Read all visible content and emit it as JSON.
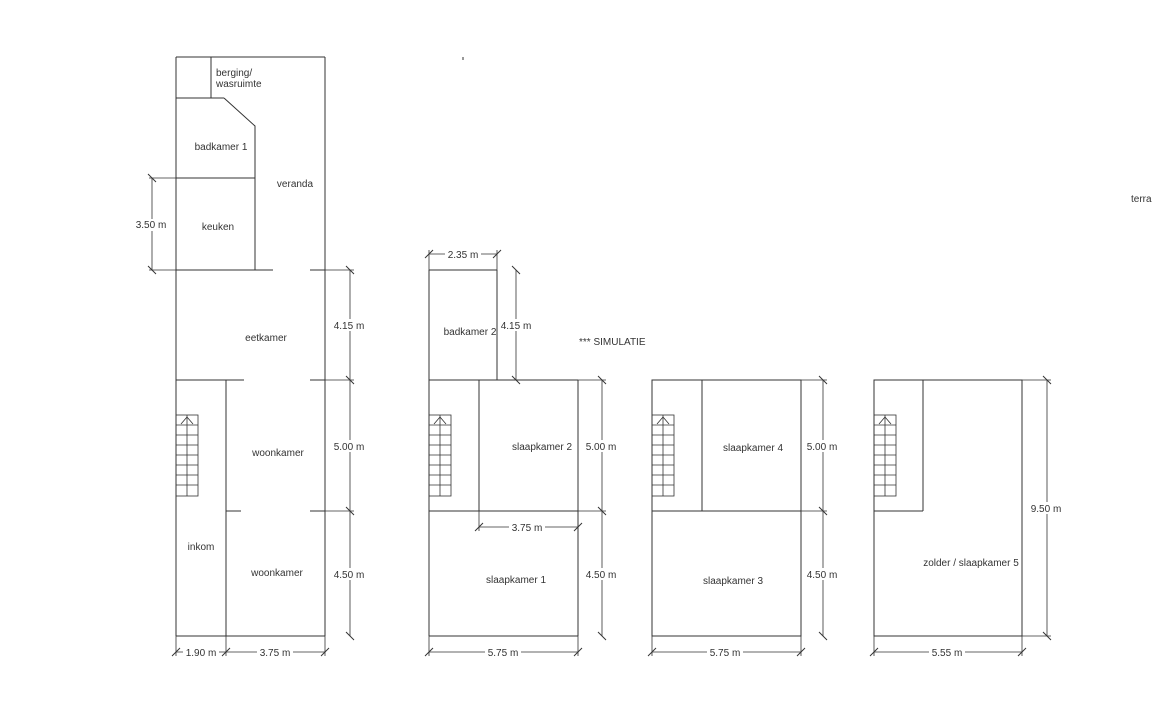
{
  "rooms": {
    "berging_1": "berging/",
    "berging_2": "wasruimte",
    "badkamer1": "badkamer 1",
    "veranda": "veranda",
    "keuken": "keuken",
    "eetkamer": "eetkamer",
    "woonkamer_top": "woonkamer",
    "woonkamer_bottom": "woonkamer",
    "inkom": "inkom",
    "badkamer2": "badkamer 2",
    "slaapkamer2": "slaapkamer 2",
    "slaapkamer1": "slaapkamer 1",
    "slaapkamer4": "slaapkamer 4",
    "slaapkamer3": "slaapkamer 3",
    "zolder": "zolder / slaapkamer 5",
    "terras": "terra"
  },
  "dimensions": {
    "keuken_height": "3.50 m",
    "eetkamer_height": "4.15 m",
    "woon_top_height": "5.00 m",
    "woon_bottom_height": "4.50 m",
    "inkom_width": "1.90 m",
    "woon_width": "3.75 m",
    "badkamer2_width": "2.35 m",
    "badkamer2_height": "4.15 m",
    "slaap2_height": "5.00 m",
    "slaap2_width": "3.75 m",
    "slaap1_height": "4.50 m",
    "floor1_width": "5.75 m",
    "slaap4_height": "5.00 m",
    "slaap3_height": "4.50 m",
    "floor2_width": "5.75 m",
    "zolder_height": "9.50 m",
    "zolder_width": "5.55 m"
  },
  "note": "*** SIMULATIE"
}
